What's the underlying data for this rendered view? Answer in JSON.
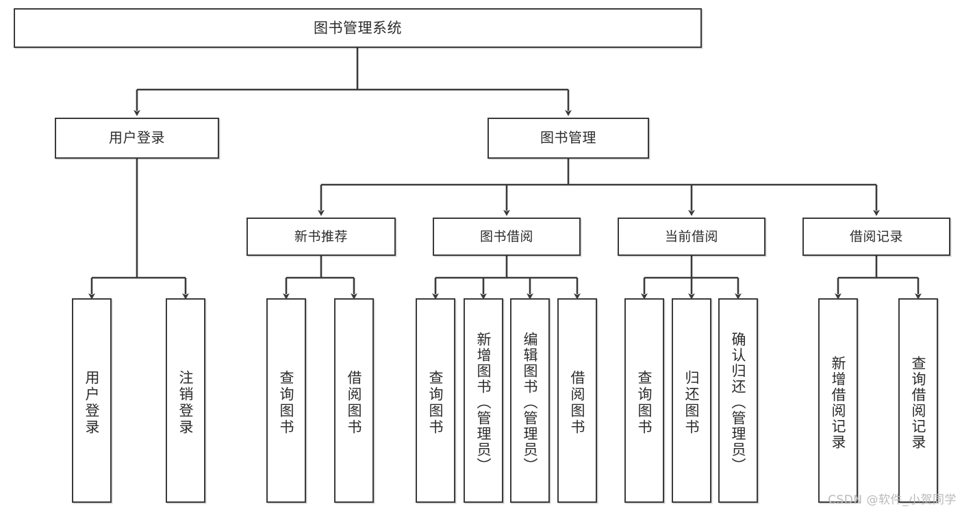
{
  "diagram": {
    "type": "tree",
    "title": "图书管理系统",
    "colors": {
      "node_border": "#3a3a3a",
      "node_fill": "#ffffff",
      "edge": "#3a3a3a",
      "text": "#2b2b2b",
      "watermark": "#b9b9b9"
    },
    "root": {
      "id": "root",
      "label": "图书管理系统"
    },
    "level1": [
      {
        "id": "user-login",
        "label": "用户登录"
      },
      {
        "id": "book-manage",
        "label": "图书管理"
      }
    ],
    "level2": [
      {
        "id": "new-book-rec",
        "label": "新书推荐",
        "parent": "book-manage"
      },
      {
        "id": "book-borrow",
        "label": "图书借阅",
        "parent": "book-manage"
      },
      {
        "id": "current-borrow",
        "label": "当前借阅",
        "parent": "book-manage"
      },
      {
        "id": "borrow-record",
        "label": "借阅记录",
        "parent": "book-manage"
      }
    ],
    "leaves": [
      {
        "id": "leaf-user-login",
        "label": "用户登录",
        "parent": "user-login"
      },
      {
        "id": "leaf-logout-login",
        "label": "注销登录",
        "parent": "user-login"
      },
      {
        "id": "leaf-query-book-1",
        "label": "查询图书",
        "parent": "new-book-rec"
      },
      {
        "id": "leaf-borrow-book-1",
        "label": "借阅图书",
        "parent": "new-book-rec"
      },
      {
        "id": "leaf-query-book-2",
        "label": "查询图书",
        "parent": "book-borrow"
      },
      {
        "id": "leaf-add-book",
        "label": "新增图书（管理员）",
        "parent": "book-borrow"
      },
      {
        "id": "leaf-edit-book",
        "label": "编辑图书（管理员）",
        "parent": "book-borrow"
      },
      {
        "id": "leaf-borrow-book-2",
        "label": "借阅图书",
        "parent": "book-borrow"
      },
      {
        "id": "leaf-query-book-3",
        "label": "查询图书",
        "parent": "current-borrow"
      },
      {
        "id": "leaf-return-book",
        "label": "归还图书",
        "parent": "current-borrow"
      },
      {
        "id": "leaf-confirm-return",
        "label": "确认归还（管理员）",
        "parent": "current-borrow"
      },
      {
        "id": "leaf-add-record",
        "label": "新增借阅记录",
        "parent": "borrow-record"
      },
      {
        "id": "leaf-query-record",
        "label": "查询借阅记录",
        "parent": "borrow-record"
      }
    ],
    "watermark": "CSDN @软件_小贺同学"
  }
}
